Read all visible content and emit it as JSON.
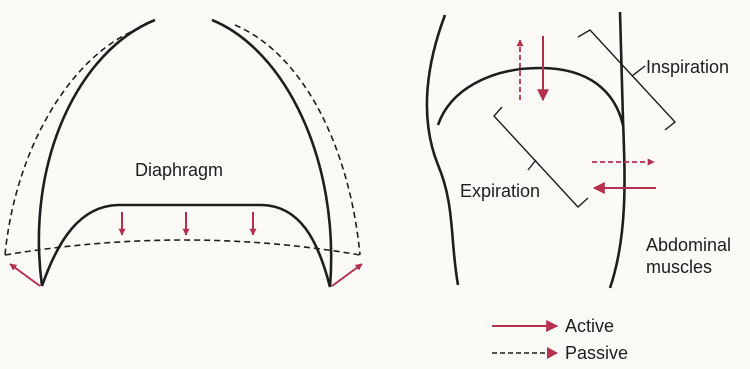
{
  "labels": {
    "diaphragm": "Diaphragm",
    "inspiration": "Inspiration",
    "expiration": "Expiration",
    "abdominal_line1": "Abdominal",
    "abdominal_line2": "muscles"
  },
  "legend": {
    "active": "Active",
    "passive": "Passive"
  },
  "colors": {
    "ink": "#1e1e1e",
    "arrow": "#b5304f",
    "background": "#fbfaf6"
  }
}
